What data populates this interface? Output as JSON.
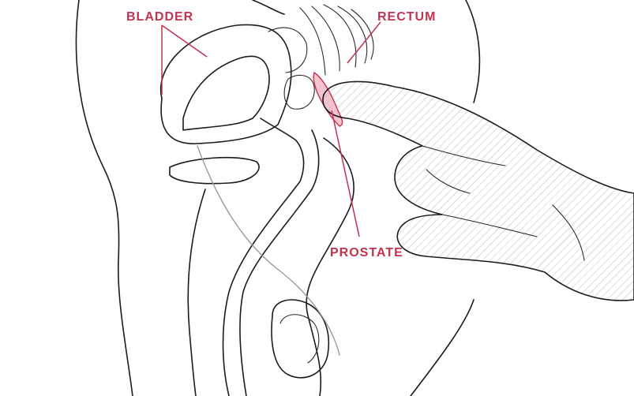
{
  "labels": {
    "bladder": "BLADDER",
    "rectum": "RECTUM",
    "prostate": "PROSTATE"
  },
  "colors": {
    "label": "#c2334f",
    "prostate_fill": "#f4c3cf",
    "glove_hatch": "#b9b9b9",
    "ink": "#1c1c1c"
  }
}
